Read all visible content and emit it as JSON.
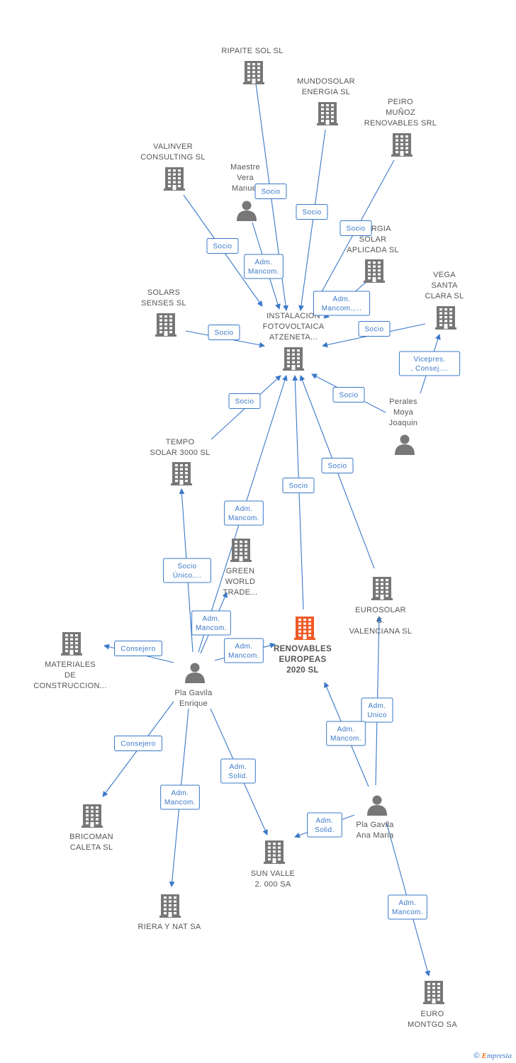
{
  "colors": {
    "edge": "#3a78c9",
    "node": "#777777",
    "focus": "#f05a28",
    "text": "#555555"
  },
  "nodes": [
    {
      "id": "ripaite",
      "type": "company",
      "lines": [
        "RIPAITE SOL SL"
      ]
    },
    {
      "id": "mundosolar",
      "type": "company",
      "lines": [
        "MUNDOSOLAR",
        "ENERGIA SL"
      ]
    },
    {
      "id": "peiro",
      "type": "company",
      "lines": [
        "PEIRO",
        "MUÑOZ",
        "RENOVABLES SRL"
      ]
    },
    {
      "id": "valinver",
      "type": "company",
      "lines": [
        "VALINVER",
        "CONSULTING SL"
      ]
    },
    {
      "id": "maestre",
      "type": "person",
      "lines": [
        "Maestre",
        "Vera",
        "Manuel"
      ]
    },
    {
      "id": "energia",
      "type": "company",
      "lines": [
        "ENERGIA",
        "SOLAR",
        "APLICADA SL"
      ]
    },
    {
      "id": "vega",
      "type": "company",
      "lines": [
        "VEGA",
        "SANTA",
        "CLARA SL"
      ]
    },
    {
      "id": "solars",
      "type": "company",
      "lines": [
        "SOLARS",
        "SENSES SL"
      ]
    },
    {
      "id": "instalacion",
      "type": "company",
      "lines": [
        "INSTALACION",
        "FOTOVOLTAICA",
        "ATZENETA..."
      ]
    },
    {
      "id": "perales",
      "type": "person",
      "lines": [
        "Perales",
        "Moya",
        "Joaquin"
      ]
    },
    {
      "id": "tempo",
      "type": "company",
      "lines": [
        "TEMPO",
        "SOLAR 3000 SL"
      ]
    },
    {
      "id": "green",
      "type": "company",
      "lines": [
        "GREEN",
        "WORLD",
        "TRADE..."
      ]
    },
    {
      "id": "eurosolar",
      "type": "company",
      "lines": [
        "EUROSOLAR",
        "C.",
        "VALENCIANA SL"
      ]
    },
    {
      "id": "renovables",
      "type": "focus",
      "lines": [
        "RENOVABLES",
        "EUROPEAS",
        "2020 SL"
      ]
    },
    {
      "id": "materiales",
      "type": "company",
      "lines": [
        "MATERIALES",
        "DE",
        "CONSTRUCCION..."
      ]
    },
    {
      "id": "enrique",
      "type": "person",
      "lines": [
        "Pla Gavila",
        "Enrique"
      ]
    },
    {
      "id": "bricoman",
      "type": "company",
      "lines": [
        "BRICOMAN",
        "CALETA SL"
      ]
    },
    {
      "id": "sunvalle",
      "type": "company",
      "lines": [
        "SUN VALLE",
        "2. 000 SA"
      ]
    },
    {
      "id": "riera",
      "type": "company",
      "lines": [
        "RIERA Y NAT SA"
      ]
    },
    {
      "id": "anamaria",
      "type": "person",
      "lines": [
        "Pla Gavila",
        "Ana Maria"
      ]
    },
    {
      "id": "euromontgo",
      "type": "company",
      "lines": [
        "EURO",
        "MONTGO SA"
      ]
    }
  ],
  "edges": [
    {
      "from": "ripaite",
      "to": "instalacion",
      "lines": [
        "Socio"
      ]
    },
    {
      "from": "mundosolar",
      "to": "instalacion",
      "lines": [
        "Socio"
      ]
    },
    {
      "from": "peiro",
      "to": "instalacion",
      "lines": [
        "Socio"
      ]
    },
    {
      "from": "valinver",
      "to": "instalacion",
      "lines": [
        "Socio"
      ]
    },
    {
      "from": "maestre",
      "to": "instalacion",
      "lines": [
        "Adm.",
        "Mancom."
      ]
    },
    {
      "from": "energia",
      "to": "instalacion",
      "lines": [
        "Adm.",
        "Mancom.,..."
      ]
    },
    {
      "from": "vega",
      "to": "instalacion",
      "lines": [
        "Socio"
      ]
    },
    {
      "from": "solars",
      "to": "instalacion",
      "lines": [
        "Socio"
      ]
    },
    {
      "from": "perales",
      "to": "vega",
      "lines": [
        "Vicepres.",
        ", Consej...."
      ]
    },
    {
      "from": "perales",
      "to": "instalacion",
      "lines": [
        "Socio"
      ]
    },
    {
      "from": "tempo",
      "to": "instalacion",
      "lines": [
        "Socio"
      ]
    },
    {
      "from": "enrique",
      "to": "instalacion",
      "lines": [
        "Adm.",
        "Mancom."
      ]
    },
    {
      "from": "renovables",
      "to": "instalacion",
      "lines": [
        "Socio"
      ]
    },
    {
      "from": "eurosolar",
      "to": "instalacion",
      "lines": [
        "Socio"
      ]
    },
    {
      "from": "enrique",
      "to": "tempo",
      "lines": [
        "Socio",
        "Único,..."
      ]
    },
    {
      "from": "enrique",
      "to": "green",
      "lines": [
        "Adm.",
        "Mancom."
      ]
    },
    {
      "from": "enrique",
      "to": "renovables",
      "lines": [
        "Adm.",
        "Mancom."
      ]
    },
    {
      "from": "enrique",
      "to": "materiales",
      "lines": [
        "Consejero"
      ]
    },
    {
      "from": "enrique",
      "to": "bricoman",
      "lines": [
        "Consejero"
      ]
    },
    {
      "from": "enrique",
      "to": "riera",
      "lines": [
        "Adm.",
        "Mancom."
      ]
    },
    {
      "from": "enrique",
      "to": "sunvalle",
      "lines": [
        "Adm.",
        "Solid."
      ]
    },
    {
      "from": "anamaria",
      "to": "eurosolar",
      "lines": [
        "Adm.",
        "Unico"
      ]
    },
    {
      "from": "anamaria",
      "to": "renovables",
      "lines": [
        "Adm.",
        "Mancom."
      ]
    },
    {
      "from": "anamaria",
      "to": "sunvalle",
      "lines": [
        "Adm.",
        "Solid."
      ]
    },
    {
      "from": "anamaria",
      "to": "euromontgo",
      "lines": [
        "Adm.",
        "Mancom."
      ]
    }
  ],
  "footer": {
    "copyright": "©",
    "brand_initial": "E",
    "brand_rest": "mpresia"
  }
}
